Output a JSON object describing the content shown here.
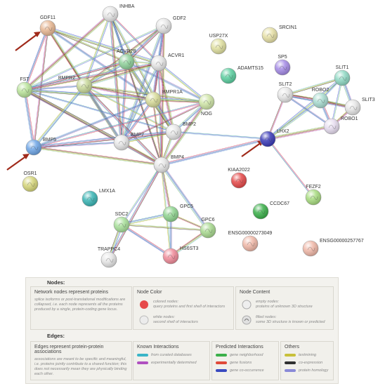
{
  "nodes": [
    {
      "id": "GDF11",
      "label": "GDF11",
      "color": "#e8b894"
    },
    {
      "id": "INHBA",
      "label": "INHBA",
      "color": "#e6e6e6"
    },
    {
      "id": "GDF2",
      "label": "GDF2",
      "color": "#e6e6e6"
    },
    {
      "id": "ACVR2B",
      "label": "ACVR2B",
      "color": "#8fd19b"
    },
    {
      "id": "ACVR1",
      "label": "ACVR1",
      "color": "#e6e6e6"
    },
    {
      "id": "FST",
      "label": "FST",
      "color": "#b9e39a"
    },
    {
      "id": "BMPR2",
      "label": "BMPR2",
      "color": "#c8d89a"
    },
    {
      "id": "BMPR1A",
      "label": "BMPR1A",
      "color": "#d8dc9a"
    },
    {
      "id": "NOG",
      "label": "NOG",
      "color": "#cfe5a7"
    },
    {
      "id": "BMP7",
      "label": "BMP7",
      "color": "#e6e6e6"
    },
    {
      "id": "BMP2",
      "label": "BMP2",
      "color": "#e6e6e6"
    },
    {
      "id": "BMP5",
      "label": "BMP5",
      "color": "#6fa6e6"
    },
    {
      "id": "BMP4",
      "label": "BMP4",
      "color": "#e6e6e6"
    },
    {
      "id": "OSR1",
      "label": "OSR1",
      "color": "#d6d67a"
    },
    {
      "id": "LMX1A",
      "label": "LMX1A",
      "color": "#3ab5b5"
    },
    {
      "id": "SDC2",
      "label": "SDC2",
      "color": "#a8e09a"
    },
    {
      "id": "GPC5",
      "label": "GPC5",
      "color": "#8fd48f"
    },
    {
      "id": "GPC6",
      "label": "GPC6",
      "color": "#a8d98f"
    },
    {
      "id": "TRAPPC4",
      "label": "TRAPPC4",
      "color": "#e6e6e6"
    },
    {
      "id": "HS6ST3",
      "label": "HS6ST3",
      "color": "#f08c9a"
    },
    {
      "id": "USP27X",
      "label": "USP27X",
      "color": "#e0e0a0"
    },
    {
      "id": "SRCIN1",
      "label": "SRCIN1",
      "color": "#e6e0a6"
    },
    {
      "id": "SP5",
      "label": "SP5",
      "color": "#a58be6"
    },
    {
      "id": "ADAMTS15",
      "label": "ADAMTS15",
      "color": "#5ccfa0"
    },
    {
      "id": "SLIT1",
      "label": "SLIT1",
      "color": "#8fd9c4"
    },
    {
      "id": "SLIT2",
      "label": "SLIT2",
      "color": "#e6e6e6"
    },
    {
      "id": "ROBO2",
      "label": "ROBO2",
      "color": "#a8dcd0"
    },
    {
      "id": "SLIT3",
      "label": "SLIT3",
      "color": "#e6e6e6"
    },
    {
      "id": "ROBO1",
      "label": "ROBO1",
      "color": "#e6dcef"
    },
    {
      "id": "LHX2",
      "label": "LHX2",
      "color": "#3a3ab8"
    },
    {
      "id": "KIAA2022",
      "label": "KIAA2022",
      "color": "#e64a4a"
    },
    {
      "id": "FEZF2",
      "label": "FEZF2",
      "color": "#a8dc80"
    },
    {
      "id": "CCDC67",
      "label": "CCDC67",
      "color": "#3bb04a"
    },
    {
      "id": "ENSG00000273049",
      "label": "ENSG00000273049",
      "color": "#f0b8a8"
    },
    {
      "id": "ENSG00000257767",
      "label": "ENSG00000257767",
      "color": "#f0b8a8"
    }
  ],
  "edges": [
    [
      "GDF11",
      "ACVR2B"
    ],
    [
      "GDF11",
      "FST"
    ],
    [
      "GDF11",
      "ACVR1"
    ],
    [
      "GDF11",
      "BMPR2"
    ],
    [
      "GDF11",
      "BMPR1A"
    ],
    [
      "GDF11",
      "BMP7"
    ],
    [
      "GDF11",
      "BMP5"
    ],
    [
      "INHBA",
      "ACVR2B"
    ],
    [
      "INHBA",
      "FST"
    ],
    [
      "INHBA",
      "ACVR1"
    ],
    [
      "INHBA",
      "BMPR2"
    ],
    [
      "INHBA",
      "BMP7"
    ],
    [
      "INHBA",
      "BMP4"
    ],
    [
      "INHBA",
      "BMP2"
    ],
    [
      "GDF2",
      "ACVR2B"
    ],
    [
      "GDF2",
      "ACVR1"
    ],
    [
      "GDF2",
      "BMPR2"
    ],
    [
      "GDF2",
      "BMPR1A"
    ],
    [
      "GDF2",
      "FST"
    ],
    [
      "GDF2",
      "BMP4"
    ],
    [
      "GDF2",
      "BMP7"
    ],
    [
      "ACVR2B",
      "ACVR1"
    ],
    [
      "ACVR2B",
      "FST"
    ],
    [
      "ACVR2B",
      "BMPR2"
    ],
    [
      "ACVR2B",
      "BMPR1A"
    ],
    [
      "ACVR2B",
      "BMP7"
    ],
    [
      "ACVR2B",
      "BMP2"
    ],
    [
      "ACVR2B",
      "BMP4"
    ],
    [
      "ACVR2B",
      "NOG"
    ],
    [
      "ACVR1",
      "BMPR2"
    ],
    [
      "ACVR1",
      "BMPR1A"
    ],
    [
      "ACVR1",
      "BMP7"
    ],
    [
      "ACVR1",
      "BMP2"
    ],
    [
      "ACVR1",
      "BMP4"
    ],
    [
      "ACVR1",
      "NOG"
    ],
    [
      "ACVR1",
      "FST"
    ],
    [
      "FST",
      "BMPR2"
    ],
    [
      "FST",
      "BMPR1A"
    ],
    [
      "FST",
      "BMP7"
    ],
    [
      "FST",
      "BMP2"
    ],
    [
      "FST",
      "BMP4"
    ],
    [
      "FST",
      "BMP5"
    ],
    [
      "FST",
      "NOG"
    ],
    [
      "BMPR2",
      "BMPR1A"
    ],
    [
      "BMPR2",
      "BMP7"
    ],
    [
      "BMPR2",
      "BMP2"
    ],
    [
      "BMPR2",
      "BMP4"
    ],
    [
      "BMPR2",
      "BMP5"
    ],
    [
      "BMPR2",
      "NOG"
    ],
    [
      "BMPR1A",
      "BMP7"
    ],
    [
      "BMPR1A",
      "BMP2"
    ],
    [
      "BMPR1A",
      "BMP4"
    ],
    [
      "BMPR1A",
      "BMP5"
    ],
    [
      "BMPR1A",
      "NOG"
    ],
    [
      "NOG",
      "BMP7"
    ],
    [
      "NOG",
      "BMP2"
    ],
    [
      "NOG",
      "BMP4"
    ],
    [
      "NOG",
      "BMP5"
    ],
    [
      "BMP7",
      "BMP2"
    ],
    [
      "BMP7",
      "BMP4"
    ],
    [
      "BMP7",
      "BMP5"
    ],
    [
      "BMP2",
      "BMP4"
    ],
    [
      "BMP2",
      "BMP5"
    ],
    [
      "BMP2",
      "LHX2"
    ],
    [
      "BMP4",
      "BMP5"
    ],
    [
      "BMP4",
      "LHX2"
    ],
    [
      "BMP4",
      "SDC2"
    ],
    [
      "BMP4",
      "GPC5"
    ],
    [
      "BMP4",
      "GPC6"
    ],
    [
      "BMP4",
      "HS6ST3"
    ],
    [
      "BMP4",
      "TRAPPC4"
    ],
    [
      "SDC2",
      "GPC5"
    ],
    [
      "SDC2",
      "GPC6"
    ],
    [
      "SDC2",
      "HS6ST3"
    ],
    [
      "SDC2",
      "TRAPPC4"
    ],
    [
      "GPC5",
      "GPC6"
    ],
    [
      "GPC5",
      "HS6ST3"
    ],
    [
      "GPC6",
      "HS6ST3"
    ],
    [
      "LHX2",
      "SLIT2"
    ],
    [
      "LHX2",
      "ROBO2"
    ],
    [
      "LHX2",
      "ROBO1"
    ],
    [
      "LHX2",
      "FEZF2"
    ],
    [
      "LHX2",
      "SLIT1"
    ],
    [
      "SLIT2",
      "ROBO2"
    ],
    [
      "SLIT2",
      "ROBO1"
    ],
    [
      "SLIT2",
      "SLIT1"
    ],
    [
      "SLIT2",
      "SLIT3"
    ],
    [
      "ROBO2",
      "SLIT1"
    ],
    [
      "ROBO2",
      "SLIT3"
    ],
    [
      "ROBO2",
      "ROBO1"
    ],
    [
      "ROBO1",
      "SLIT1"
    ],
    [
      "ROBO1",
      "SLIT3"
    ],
    [
      "SLIT1",
      "SLIT3"
    ]
  ],
  "edge_colors": [
    "#7fbf7f",
    "#e05a5a",
    "#5a5ad6",
    "#d0c040",
    "#b070d0",
    "#a0d0e0",
    "#404040",
    "#3aa0a0"
  ],
  "arrow_color": "#a02a1a",
  "legend": {
    "nodes_title": "Nodes:",
    "nodes_main": {
      "title": "Network nodes represent proteins",
      "text": "splice isoforms or post-translational modifications are collapsed, i.e. each node represents all the proteins produced by a single, protein-coding gene locus."
    },
    "node_color": {
      "title": "Node Color",
      "colored_title": "colored nodes:",
      "colored_text": "query proteins and first shell of interactors",
      "white_title": "white nodes:",
      "white_text": "second shell of interactors"
    },
    "node_content": {
      "title": "Node Content",
      "empty_title": "empty nodes:",
      "empty_text": "proteins of unknown 3D structure",
      "filled_title": "filled nodes:",
      "filled_text": "some 3D structure is known or predicted"
    },
    "edges_title": "Edges:",
    "edges_main": {
      "title": "Edges represent protein-protein associations",
      "text": "associations are meant to be specific and meaningful, i.e. proteins jointly contribute to a shared function; this does not necessarily mean they are physically binding each other."
    },
    "known": {
      "title": "Known Interactions",
      "items": [
        {
          "label": "from curated databases",
          "color": "#3ab5c8"
        },
        {
          "label": "experimentally determined",
          "color": "#b050c0"
        }
      ]
    },
    "predicted": {
      "title": "Predicted Interactions",
      "items": [
        {
          "label": "gene neighborhood",
          "color": "#3bb04a"
        },
        {
          "label": "gene fusions",
          "color": "#e04a3a"
        },
        {
          "label": "gene co-occurrence",
          "color": "#3a4ac0"
        }
      ]
    },
    "others": {
      "title": "Others",
      "items": [
        {
          "label": "textmining",
          "color": "#c8c03a"
        },
        {
          "label": "co-expression",
          "color": "#303030"
        },
        {
          "label": "protein homology",
          "color": "#8a8ad8"
        }
      ]
    }
  }
}
